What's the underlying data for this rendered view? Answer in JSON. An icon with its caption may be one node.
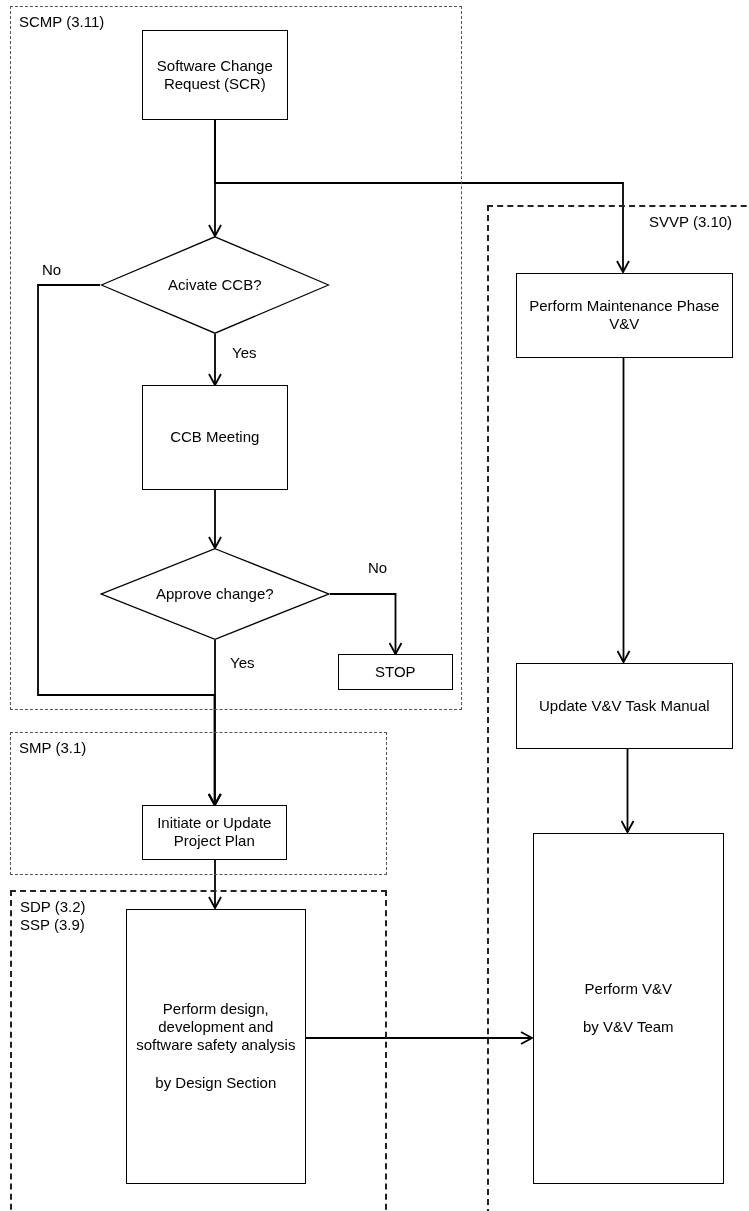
{
  "diagram": {
    "nodes": [
      {
        "text": [
          "SCMP (3.11)"
        ]
      },
      {
        "text": [
          "Software Change Request (SCR)"
        ],
        "in": 0
      },
      {
        "text": [
          "Acivate CCB?"
        ],
        "in": 0
      },
      {
        "text": [
          "CCB Meeting"
        ],
        "in": 0
      },
      {
        "text": [
          "Approve change?"
        ],
        "in": 0
      },
      {
        "text": [
          "STOP"
        ],
        "in": 0
      },
      {
        "text": [
          "SMP (3.1)"
        ]
      },
      {
        "text": [
          "Initiate or Update Project Plan"
        ],
        "in": 6
      },
      {
        "text": [
          "SDP (3.2)",
          "SSP (3.9)"
        ]
      },
      {
        "text": [
          "Perform design, development and software safety analysis",
          "by Design Section"
        ],
        "in": 8
      },
      {
        "text": [
          "SVVP (3.10)"
        ]
      },
      {
        "text": [
          "Perform Maintenance Phase V&V"
        ],
        "in": 10
      },
      {
        "text": [
          "Update V&V Task Manual"
        ],
        "in": 10
      },
      {
        "text": [
          "Perform V&V",
          "by V&V Team"
        ],
        "in": 10
      }
    ],
    "edges": [
      {
        "from": 1,
        "to": 2,
        "arrow": "to"
      },
      {
        "from": 1,
        "to": 11,
        "arrow": "to"
      },
      {
        "from": 2,
        "to": 7,
        "arrow": "to",
        "label": "No"
      },
      {
        "from": 2,
        "to": 3,
        "arrow": "to",
        "label": "Yes"
      },
      {
        "from": 3,
        "to": 4,
        "arrow": "to"
      },
      {
        "from": 4,
        "to": 5,
        "arrow": "to",
        "label": "No"
      },
      {
        "from": 4,
        "to": 7,
        "arrow": "to",
        "label": "Yes"
      },
      {
        "from": 7,
        "to": 9,
        "arrow": "to"
      },
      {
        "from": 9,
        "to": 13,
        "arrow": "to"
      },
      {
        "from": 11,
        "to": 12,
        "arrow": "to"
      },
      {
        "from": 12,
        "to": 13,
        "arrow": "to"
      }
    ]
  }
}
